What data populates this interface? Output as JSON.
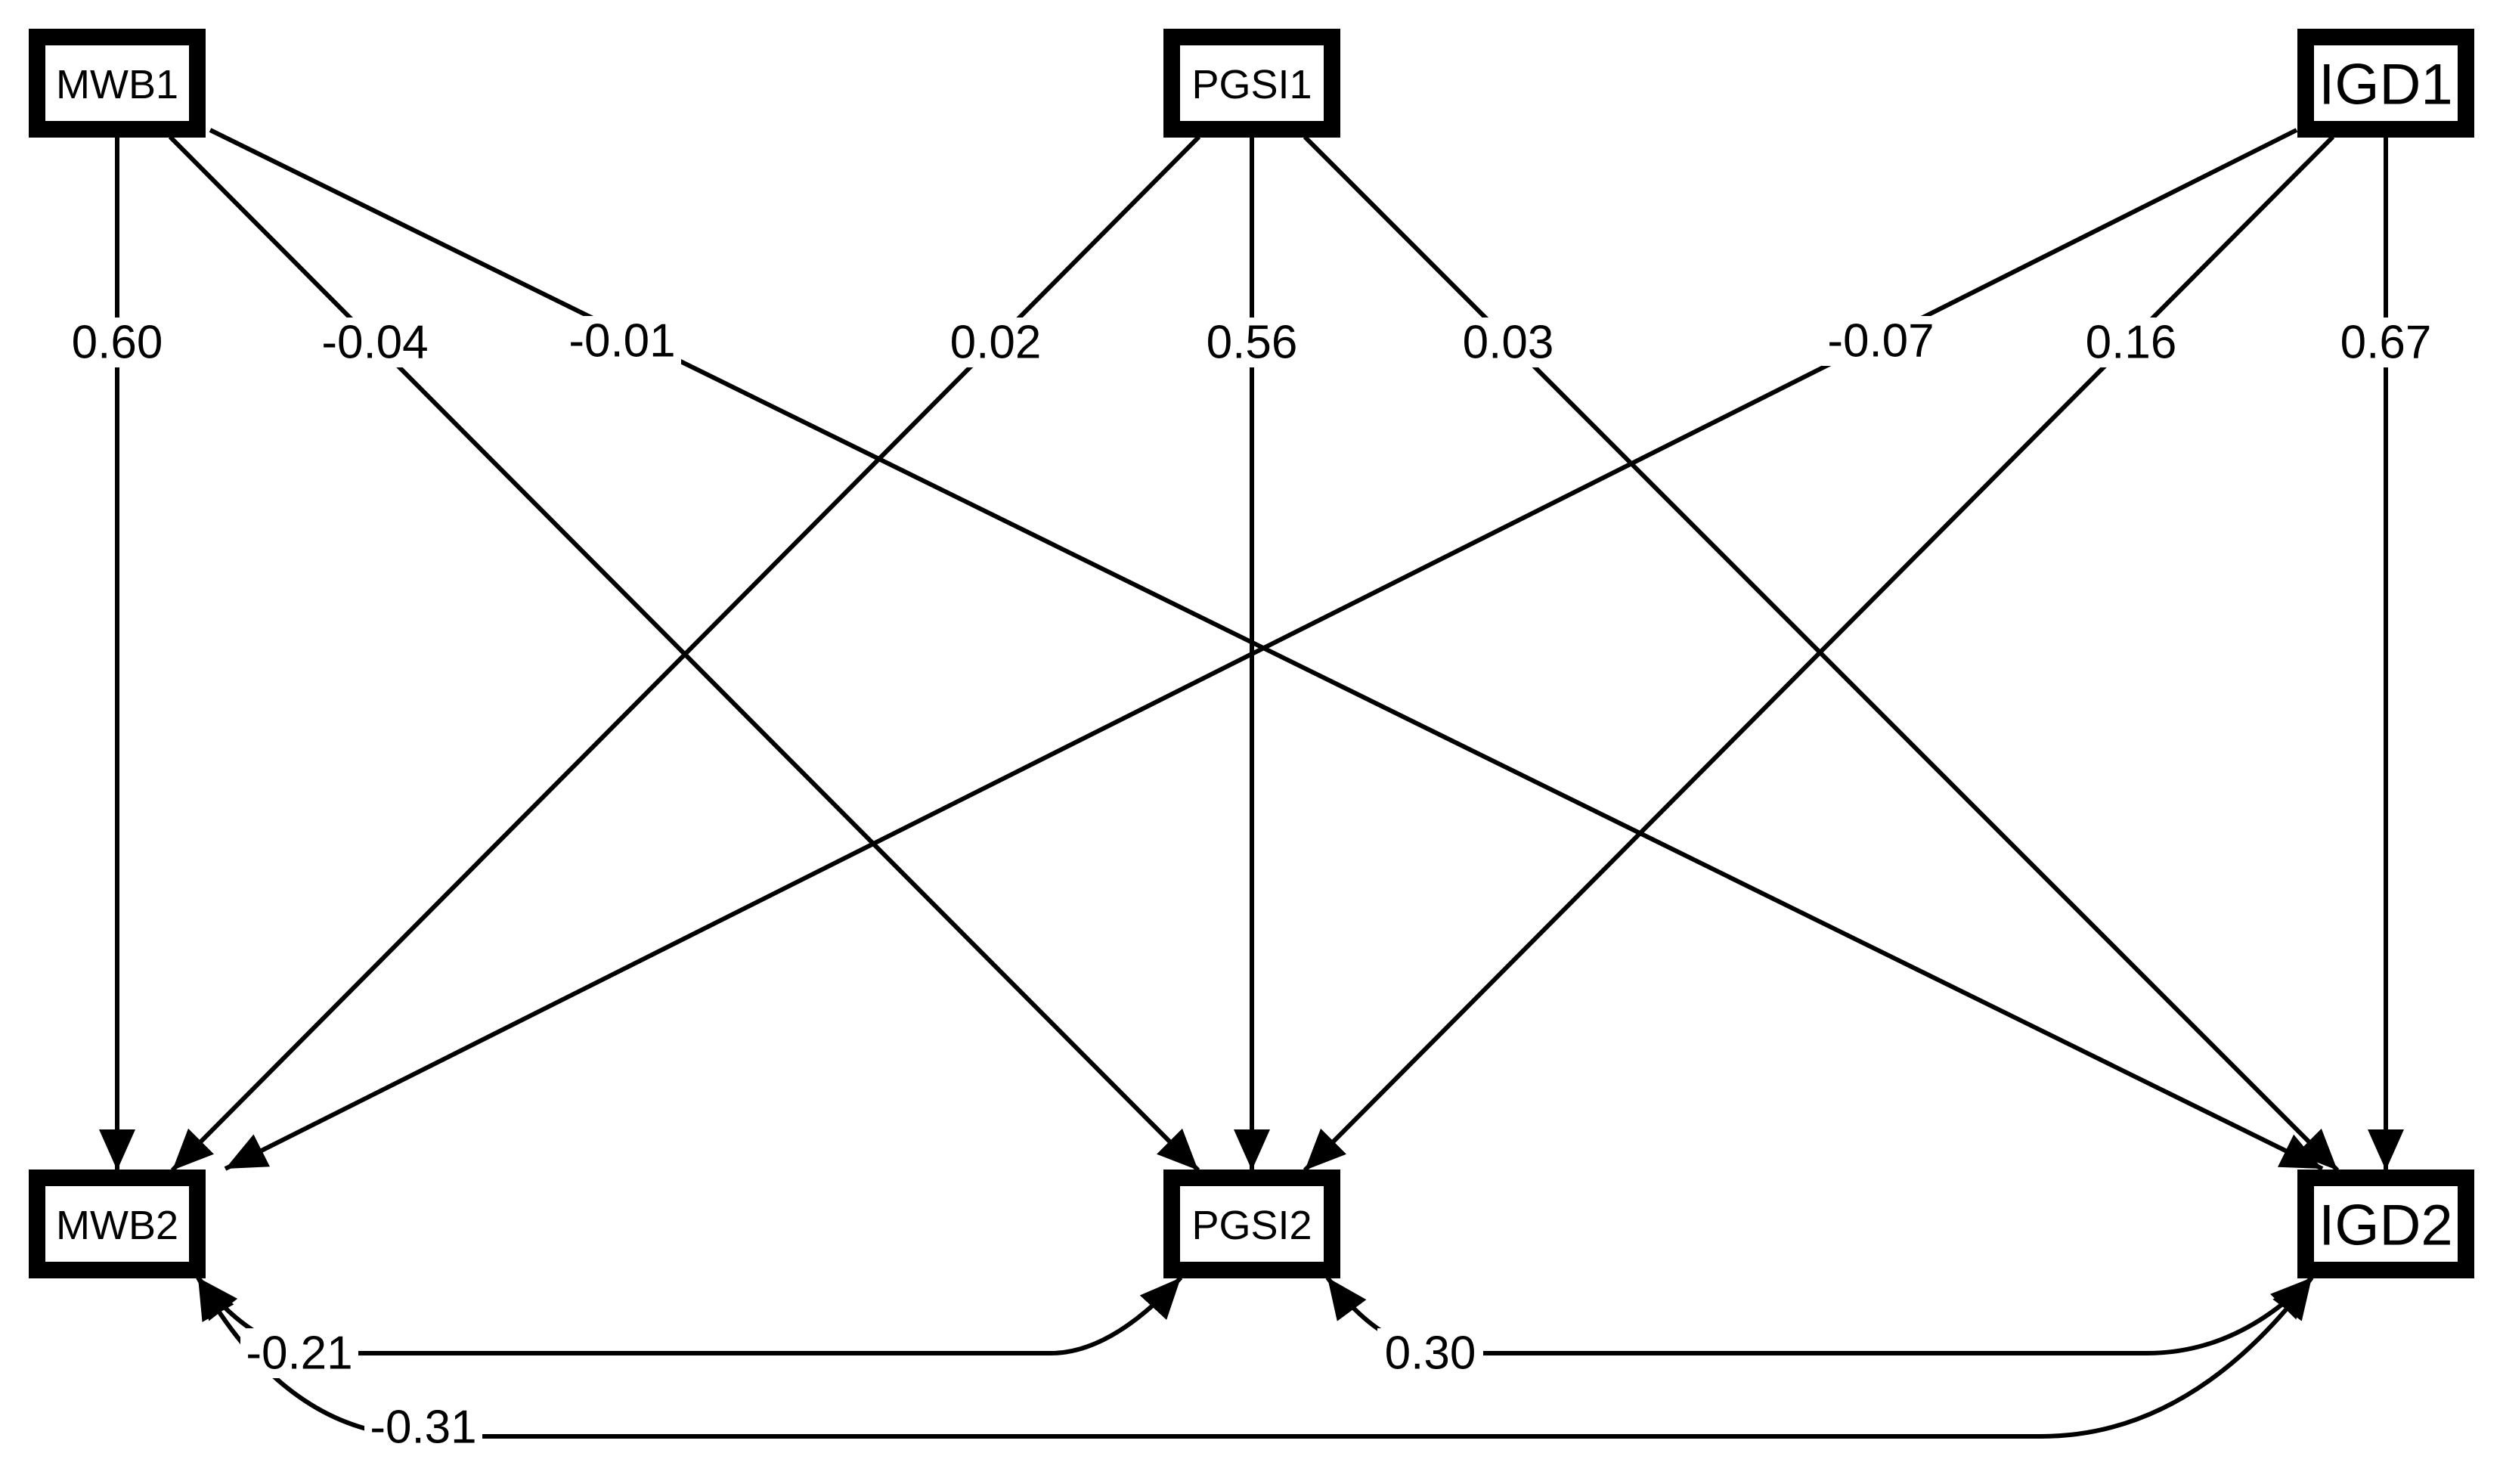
{
  "nodes": {
    "mwb1": "MWB1",
    "pgsi1": "PGSI1",
    "igd1": "IGD1",
    "mwb2": "MWB2",
    "pgsi2": "PGSI2",
    "igd2": "IGD2"
  },
  "paths": {
    "mwb1_mwb2": "0.60",
    "mwb1_pgsi2": "-0.04",
    "mwb1_igd2": "-0.01",
    "pgsi1_mwb2": "0.02",
    "pgsi1_pgsi2": "0.56",
    "pgsi1_igd2": "0.03",
    "igd1_mwb2": "-0.07",
    "igd1_pgsi2": "0.16",
    "igd1_igd2": "0.67"
  },
  "covariances": {
    "mwb2_pgsi2": "-0.21",
    "pgsi2_igd2": "0.30",
    "mwb2_igd2": "-0.31"
  }
}
